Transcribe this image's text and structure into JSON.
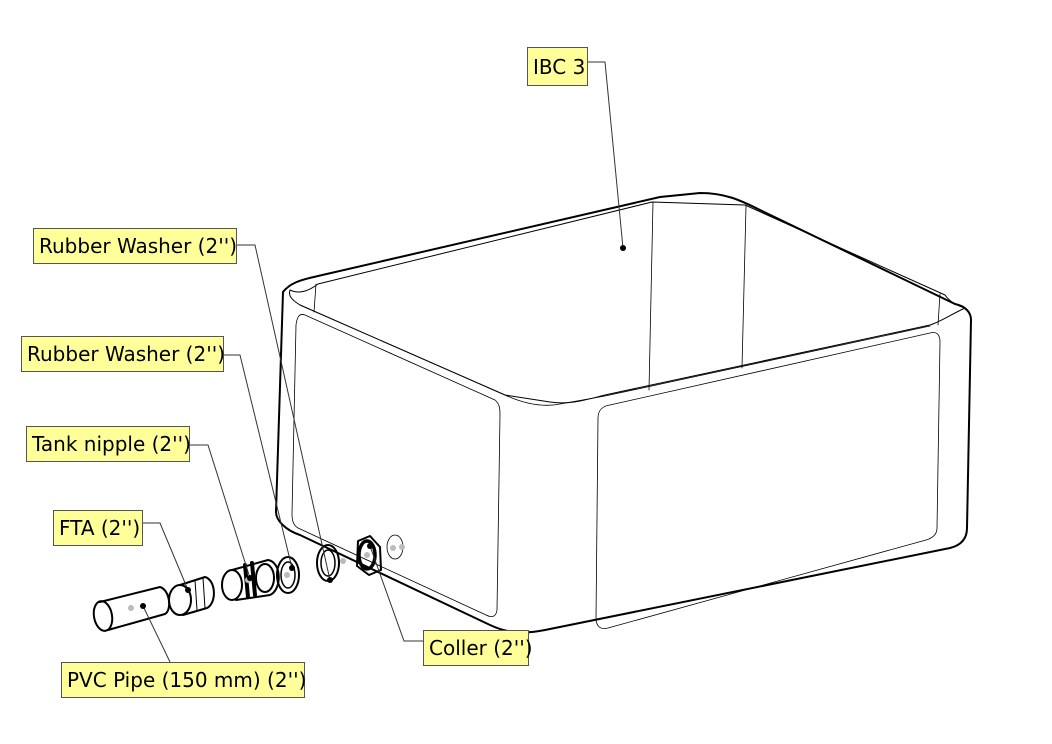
{
  "labels": {
    "ibc": "IBC 3",
    "rubber_washer_1": "Rubber Washer (2'')",
    "rubber_washer_2": "Rubber Washer (2'')",
    "tank_nipple": "Tank nipple (2'')",
    "fta": "FTA (2'')",
    "pvc_pipe": "PVC Pipe (150 mm) (2'')",
    "coller": "Coller (2'')"
  },
  "colors": {
    "label_bg": "#ffff99",
    "line": "#000000",
    "center_dot": "#bbbbbb"
  }
}
